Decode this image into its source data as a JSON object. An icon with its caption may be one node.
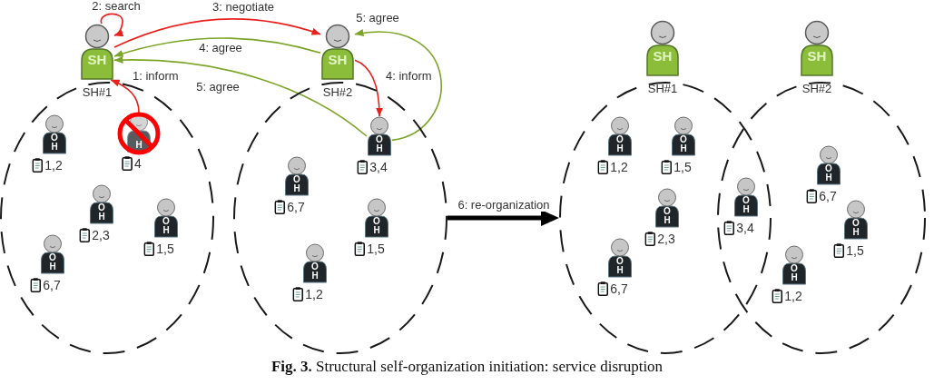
{
  "diagram": {
    "caption": "**Fig. 3.** Structural self-organization initiation: service disruption",
    "nodes": [
      {
        "text": [
          "SH"
        ],
        "beside": [
          "SH#1"
        ]
      },
      {
        "text": [
          "SH"
        ],
        "beside": [
          "SH#2"
        ]
      },
      {
        "text": [],
        "shape": "ellipse"
      },
      {
        "text": [
          "O H"
        ],
        "in": 2,
        "beside": [
          "1,2"
        ]
      },
      {
        "text": [
          "H"
        ],
        "in": 2,
        "beside": [
          "4"
        ]
      },
      {
        "text": [
          "O H"
        ],
        "in": 2,
        "beside": [
          "2,3"
        ]
      },
      {
        "text": [
          "O H"
        ],
        "in": 2,
        "beside": [
          "1,5"
        ]
      },
      {
        "text": [
          "O H"
        ],
        "in": 2,
        "beside": [
          "6,7"
        ]
      },
      {
        "text": [],
        "shape": "ellipse"
      },
      {
        "text": [
          "O H"
        ],
        "in": 8,
        "beside": [
          "3,4"
        ]
      },
      {
        "text": [
          "O H"
        ],
        "in": 8,
        "beside": [
          "6,7"
        ]
      },
      {
        "text": [
          "O H"
        ],
        "in": 8,
        "beside": [
          "1,5"
        ]
      },
      {
        "text": [
          "O H"
        ],
        "in": 8,
        "beside": [
          "1,2"
        ]
      },
      {
        "text": [
          "SH"
        ],
        "beside": [
          "SH#1"
        ]
      },
      {
        "text": [
          "SH"
        ],
        "beside": [
          "SH#2"
        ]
      },
      {
        "text": [],
        "shape": "ellipse"
      },
      {
        "text": [
          "O H"
        ],
        "in": 15,
        "beside": [
          "1,2"
        ]
      },
      {
        "text": [
          "O H"
        ],
        "in": 15,
        "beside": [
          "1,5"
        ]
      },
      {
        "text": [
          "O H"
        ],
        "in": 15,
        "beside": [
          "2,3"
        ]
      },
      {
        "text": [
          "O H"
        ],
        "in": 15,
        "beside": [
          "6,7"
        ]
      },
      {
        "text": [
          "O H"
        ],
        "beside": [
          "3,4"
        ]
      },
      {
        "text": [],
        "shape": "ellipse"
      },
      {
        "text": [
          "O H"
        ],
        "in": 21,
        "beside": [
          "6,7"
        ]
      },
      {
        "text": [
          "O H"
        ],
        "in": 21,
        "beside": [
          "1,5"
        ]
      },
      {
        "text": [
          "O H"
        ],
        "in": 21,
        "beside": [
          "1,2"
        ]
      }
    ],
    "edges": [
      {
        "from": 0,
        "to": 0,
        "arrow": "to",
        "label": "2: search",
        "color": "#e8211d"
      },
      {
        "from": 0,
        "to": 1,
        "arrow": "to",
        "label": "3: negotiate",
        "color": "#e8211d"
      },
      {
        "from": 1,
        "to": 0,
        "arrow": "to",
        "label": "4: agree",
        "color": "#7ba428"
      },
      {
        "from": 9,
        "to": 0,
        "arrow": "to",
        "label": "5: agree",
        "color": "#7ba428"
      },
      {
        "from": 9,
        "to": 1,
        "arrow": "to",
        "label": "5: agree",
        "color": "#7ba428"
      },
      {
        "from": 1,
        "to": 9,
        "arrow": "to",
        "label": "4: inform",
        "color": "#e8211d"
      },
      {
        "from": 4,
        "to": 0,
        "arrow": "to",
        "label": "1: inform",
        "color": "#e8211d"
      },
      {
        "from": 8,
        "to": 15,
        "arrow": "to",
        "label": "6: re-organization",
        "style": "thick",
        "color": "#000000"
      }
    ]
  }
}
